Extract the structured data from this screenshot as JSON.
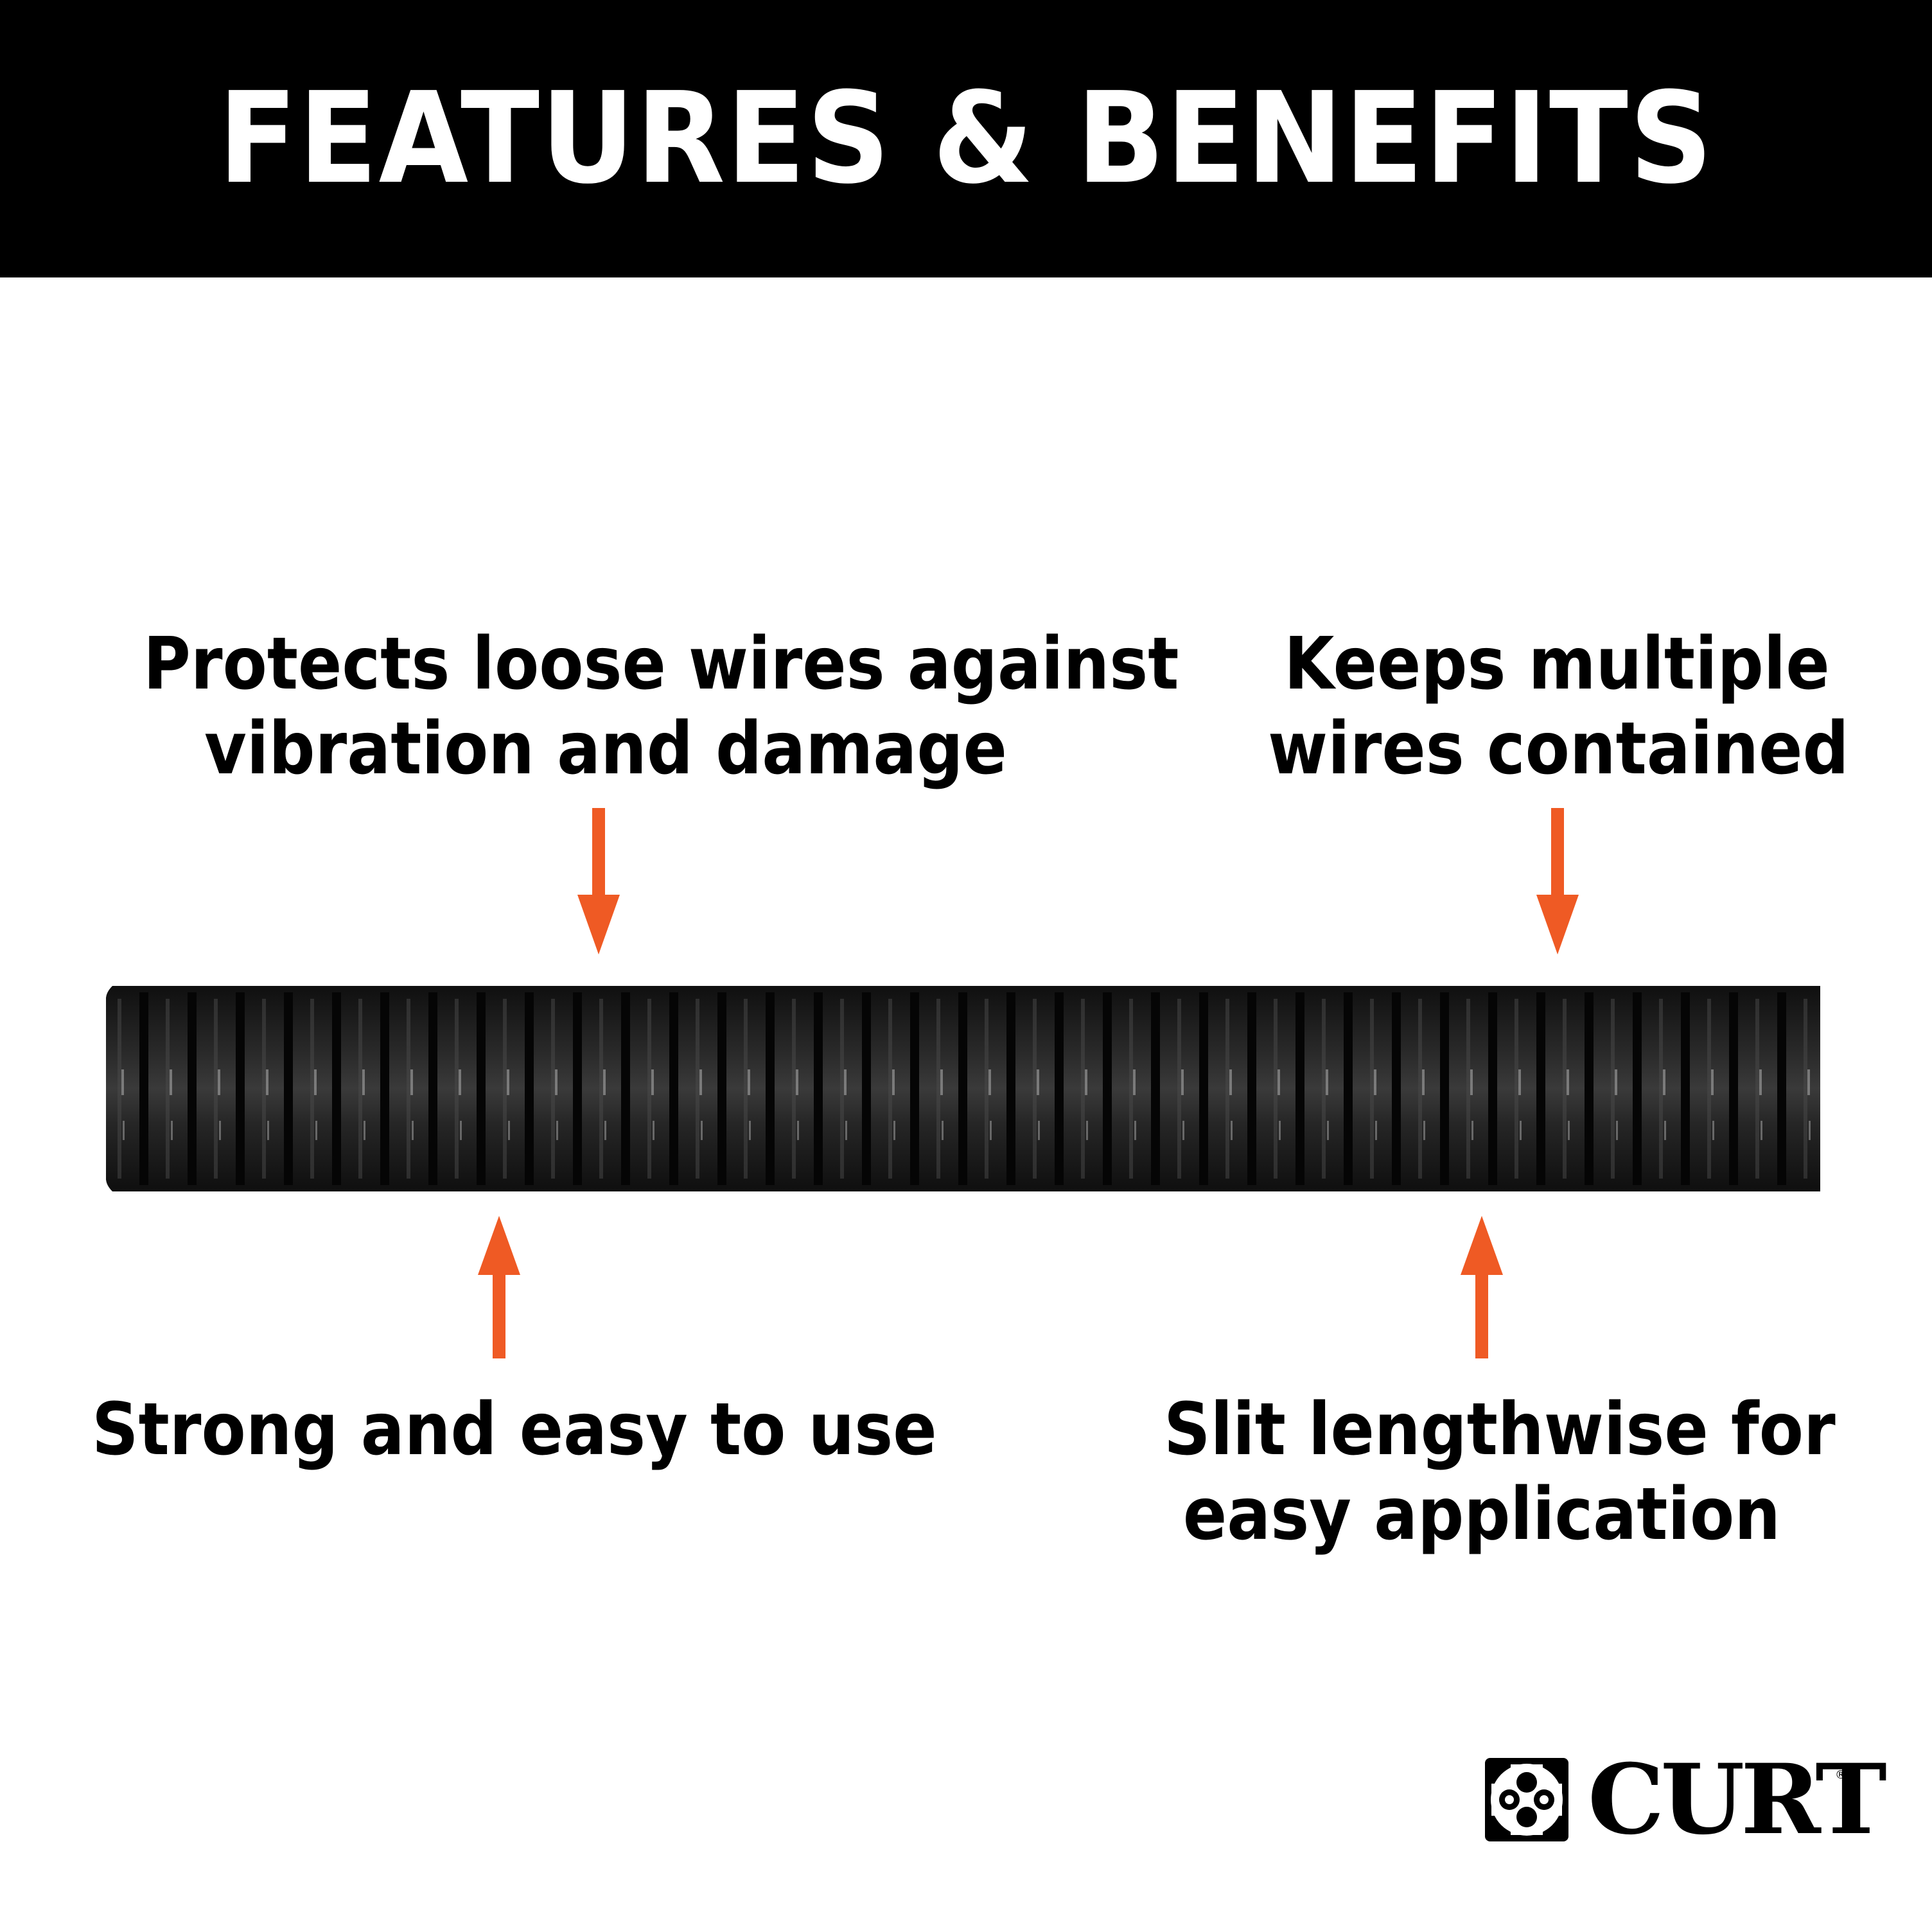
{
  "header": {
    "title": "FEATURES & BENEFITS",
    "background": "#000000",
    "text_color": "#ffffff"
  },
  "callouts": {
    "top_left": {
      "line1": "Protects loose wires against",
      "line2": "vibration and damage",
      "arrow": "down"
    },
    "top_right": {
      "line1": "Keeps multiple",
      "line2": "wires contained",
      "arrow": "down"
    },
    "bottom_left": {
      "line1": "Strong and easy to use",
      "arrow": "up"
    },
    "bottom_right": {
      "line1": "Slit lengthwise for",
      "line2": "easy application",
      "arrow": "up"
    }
  },
  "product": {
    "name": "split-loom-tubing",
    "color": "#1a1a1a"
  },
  "colors": {
    "arrow": "#EF5A24",
    "text": "#000000"
  },
  "brand": {
    "name": "CURT",
    "registered": "®"
  }
}
